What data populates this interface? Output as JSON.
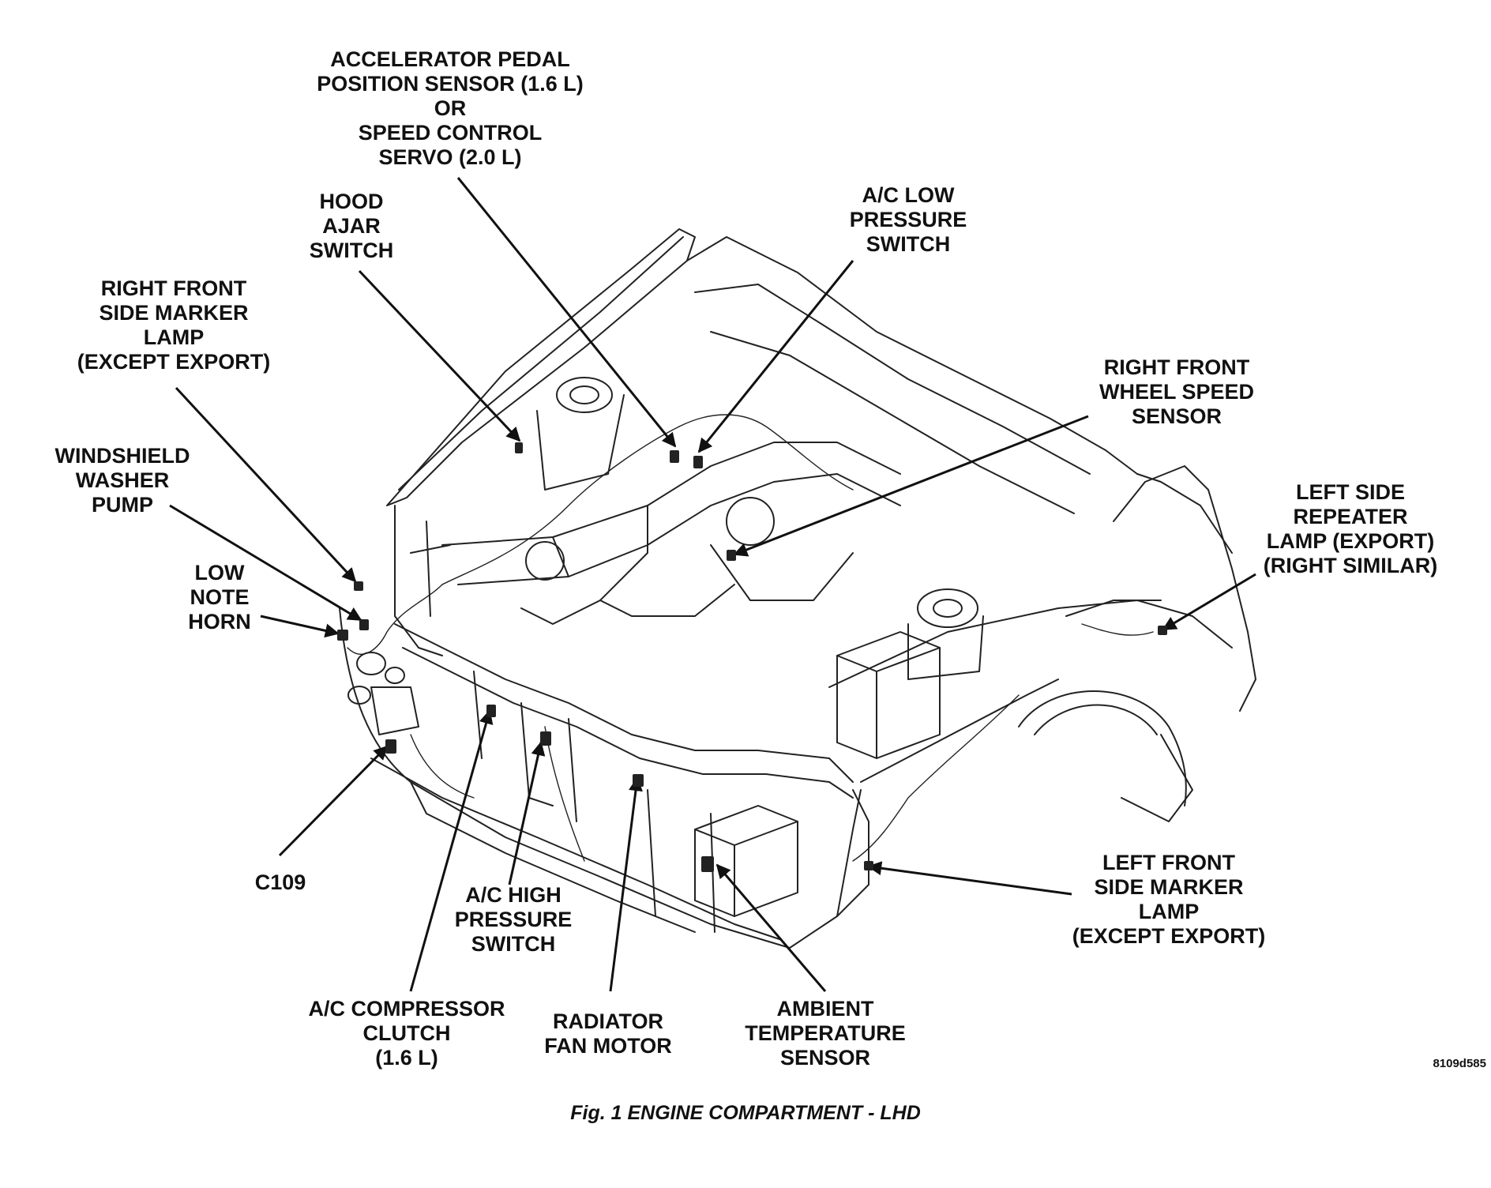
{
  "callouts": {
    "accelerator": [
      "ACCELERATOR PEDAL",
      "POSITION SENSOR (1.6 L)",
      "OR",
      "SPEED CONTROL",
      "SERVO (2.0 L)"
    ],
    "hood_ajar": [
      "HOOD",
      "AJAR",
      "SWITCH"
    ],
    "ac_low": [
      "A/C LOW",
      "PRESSURE",
      "SWITCH"
    ],
    "rf_marker": [
      "RIGHT FRONT",
      "SIDE MARKER",
      "LAMP",
      "(EXCEPT EXPORT)"
    ],
    "washer": [
      "WINDSHIELD",
      "WASHER",
      "PUMP"
    ],
    "horn": [
      "LOW",
      "NOTE",
      "HORN"
    ],
    "rf_wheel": [
      "RIGHT FRONT",
      "WHEEL SPEED",
      "SENSOR"
    ],
    "repeater": [
      "LEFT SIDE",
      "REPEATER",
      "LAMP (EXPORT)",
      "(RIGHT SIMILAR)"
    ],
    "c109": [
      "C109"
    ],
    "ac_high": [
      "A/C HIGH",
      "PRESSURE",
      "SWITCH"
    ],
    "compressor": [
      "A/C COMPRESSOR",
      "CLUTCH",
      "(1.6 L)"
    ],
    "fan": [
      "RADIATOR",
      "FAN MOTOR"
    ],
    "ambient": [
      "AMBIENT",
      "TEMPERATURE",
      "SENSOR"
    ],
    "lf_marker": [
      "LEFT FRONT",
      "SIDE MARKER",
      "LAMP",
      "(EXCEPT EXPORT)"
    ]
  },
  "figure_id": "8109d585",
  "caption": "Fig. 1 ENGINE COMPARTMENT - LHD"
}
